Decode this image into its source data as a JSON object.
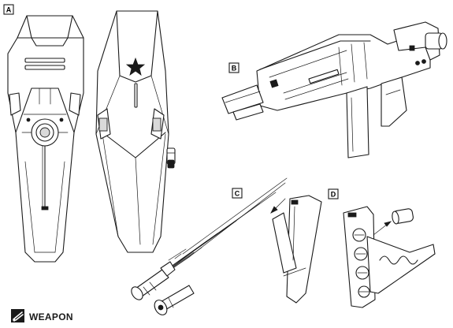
{
  "panels": {
    "a": {
      "label": "A"
    },
    "b": {
      "label": "B"
    },
    "c": {
      "label": "C"
    },
    "d": {
      "label": "D"
    }
  },
  "footer": {
    "label": "WEAPON",
    "icon": "weapon-category-icon"
  }
}
